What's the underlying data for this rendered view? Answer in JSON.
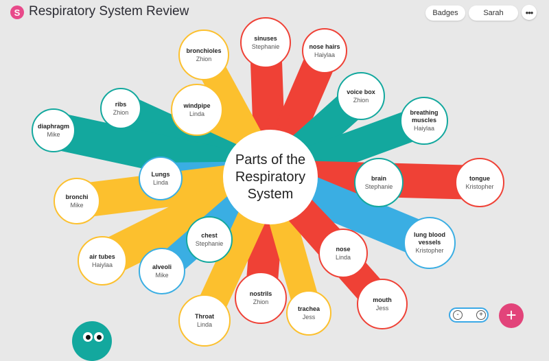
{
  "app": {
    "title": "Respiratory System Review",
    "logo_letter": "S"
  },
  "header": {
    "badges_label": "Badges",
    "user_label": "Sarah",
    "more_label": "•••"
  },
  "center": {
    "label": "Parts of the Respiratory System",
    "color": "#ffffff"
  },
  "colors": {
    "teal": "#13a89e",
    "yellow": "#fcc02e",
    "red": "#ef4136",
    "blue": "#3aaee3"
  },
  "nodes": [
    {
      "title": "sinuses",
      "author": "Stephanie",
      "color": "red"
    },
    {
      "title": "nose hairs",
      "author": "Haiylaa",
      "color": "red"
    },
    {
      "title": "bronchioles",
      "author": "Zhion",
      "color": "yellow"
    },
    {
      "title": "windpipe",
      "author": "Linda",
      "color": "yellow"
    },
    {
      "title": "ribs",
      "author": "Zhion",
      "color": "teal"
    },
    {
      "title": "diaphragm",
      "author": "Mike",
      "color": "teal"
    },
    {
      "title": "voice box",
      "author": "Zhion",
      "color": "teal"
    },
    {
      "title": "breathing muscles",
      "author": "Haiylaa",
      "color": "teal"
    },
    {
      "title": "brain",
      "author": "Stephanie",
      "color": "teal"
    },
    {
      "title": "tongue",
      "author": "Kristopher",
      "color": "red"
    },
    {
      "title": "Lungs",
      "author": "Linda",
      "color": "blue"
    },
    {
      "title": "bronchi",
      "author": "Mike",
      "color": "yellow"
    },
    {
      "title": "chest",
      "author": "Stephanie",
      "color": "teal"
    },
    {
      "title": "air tubes",
      "author": "Haiylaa",
      "color": "yellow"
    },
    {
      "title": "alveoli",
      "author": "Mike",
      "color": "blue"
    },
    {
      "title": "lung blood vessels",
      "author": "Kristopher",
      "color": "blue"
    },
    {
      "title": "nose",
      "author": "Linda",
      "color": "red"
    },
    {
      "title": "nostrils",
      "author": "Zhion",
      "color": "red"
    },
    {
      "title": "trachea",
      "author": "Jess",
      "color": "yellow"
    },
    {
      "title": "mouth",
      "author": "Jess",
      "color": "red"
    },
    {
      "title": "Throat",
      "author": "Linda",
      "color": "yellow"
    }
  ],
  "controls": {
    "zoom_out": "-",
    "zoom_in": "+",
    "add_label": "+"
  }
}
